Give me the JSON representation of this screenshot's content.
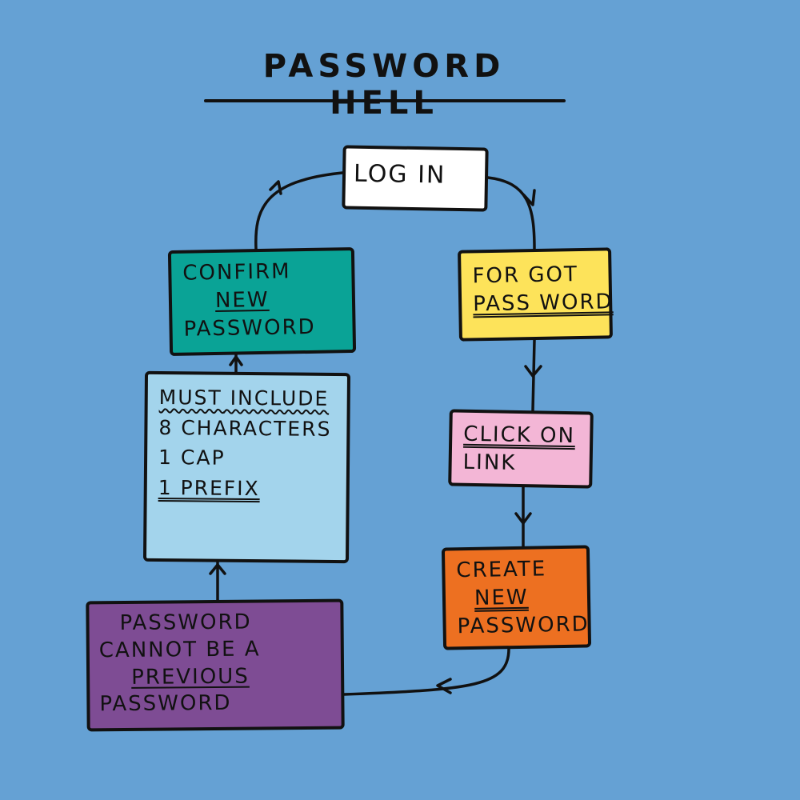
{
  "title": "Password Hell",
  "colors": {
    "background": "#65a1d4",
    "login": "#ffffff",
    "forgot": "#fde35a",
    "click": "#f3b6d6",
    "create": "#ed7021",
    "confirm": "#0aa396",
    "must": "#a3d4ec",
    "previous": "#7e4c94",
    "ink": "#111111"
  },
  "nodes": {
    "login": {
      "lines": [
        "Log In"
      ]
    },
    "forgot": {
      "lines": [
        "For got",
        "Pass word"
      ]
    },
    "click": {
      "lines": [
        "Click on",
        "Link"
      ]
    },
    "create": {
      "lines": [
        "Create",
        "New",
        "Password"
      ]
    },
    "confirm": {
      "lines": [
        "Confirm",
        "New",
        "Password"
      ]
    },
    "must": {
      "lines": [
        "Must Include",
        "8 Characters",
        "1 Cap",
        "1 Prefix"
      ]
    },
    "previous": {
      "lines": [
        "Password",
        "Cannot Be A",
        "Previous",
        "Password"
      ]
    }
  }
}
